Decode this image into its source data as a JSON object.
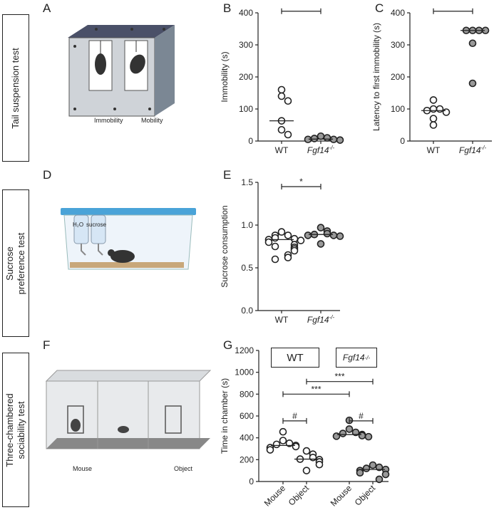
{
  "side_labels": {
    "tst": "Tail suspension test",
    "spt_line1": "Sucrose",
    "spt_line2": "preference test",
    "soc_line1": "Three-chambered",
    "soc_line2": "sociability test"
  },
  "panel_letters": {
    "A": "A",
    "B": "B",
    "C": "C",
    "D": "D",
    "E": "E",
    "F": "F",
    "G": "G"
  },
  "illustration_text": {
    "immobility": "Immobility",
    "mobility": "Mobility",
    "h2o": "H₂O",
    "sucrose": "sucrose",
    "mouse": "Mouse",
    "object": "Object"
  },
  "legend_boxes": {
    "wt": "WT",
    "ko": "Fgf14",
    "ko_sup": "-/-"
  },
  "chart_data": [
    {
      "id": "B",
      "type": "scatter",
      "ylabel": "Immobility (s)",
      "ylim": [
        0,
        400
      ],
      "yticks": [
        0,
        100,
        200,
        300,
        400
      ],
      "categories": [
        {
          "label": "WT",
          "sup": ""
        },
        {
          "label": "Fgf14",
          "sup": "-/-"
        }
      ],
      "series": [
        {
          "values": [
            160,
            140,
            125,
            63,
            35,
            20
          ],
          "fill": "#ffffff",
          "median": 63
        },
        {
          "values": [
            15,
            10,
            8,
            5,
            5,
            3
          ],
          "fill": "#999999",
          "median": 6
        }
      ],
      "significance": [
        {
          "from": 0,
          "to": 1,
          "y": 405,
          "label": "**"
        }
      ]
    },
    {
      "id": "C",
      "type": "scatter",
      "ylabel": "Latency to first immobility (s)",
      "ylim": [
        0,
        400
      ],
      "yticks": [
        0,
        100,
        200,
        300,
        400
      ],
      "categories": [
        {
          "label": "WT",
          "sup": ""
        },
        {
          "label": "Fgf14",
          "sup": "-/-"
        }
      ],
      "series": [
        {
          "values": [
            128,
            100,
            100,
            95,
            90,
            70,
            50
          ],
          "fill": "#ffffff",
          "median": 95
        },
        {
          "values": [
            345,
            345,
            345,
            345,
            305,
            180
          ],
          "fill": "#999999",
          "median": 345
        }
      ],
      "significance": [
        {
          "from": 0,
          "to": 1,
          "y": 405,
          "label": "**"
        }
      ]
    },
    {
      "id": "E",
      "type": "scatter",
      "ylabel": "Sucrose consumption",
      "ylim": [
        0,
        1.5
      ],
      "yticks": [
        0.0,
        0.5,
        1.0,
        1.5
      ],
      "categories": [
        {
          "label": "WT",
          "sup": ""
        },
        {
          "label": "Fgf14",
          "sup": "-/-"
        }
      ],
      "series": [
        {
          "values": [
            0.92,
            0.88,
            0.88,
            0.85,
            0.84,
            0.83,
            0.82,
            0.8,
            0.77,
            0.75,
            0.74,
            0.72,
            0.7,
            0.65,
            0.62,
            0.6
          ],
          "fill": "#ffffff",
          "median": 0.83
        },
        {
          "values": [
            0.97,
            0.93,
            0.9,
            0.89,
            0.88,
            0.88,
            0.87,
            0.78
          ],
          "fill": "#999999",
          "median": 0.89
        }
      ],
      "significance": [
        {
          "from": 0,
          "to": 1,
          "y": 1.45,
          "label": "*"
        }
      ]
    },
    {
      "id": "G",
      "type": "scatter",
      "ylabel": "Time in chamber (s)",
      "ylim": [
        0,
        1200
      ],
      "yticks": [
        0,
        200,
        400,
        600,
        800,
        1000,
        1200
      ],
      "categories": [
        {
          "label": "Mouse",
          "sup": ""
        },
        {
          "label": "Object",
          "sup": ""
        },
        {
          "label": "Mouse",
          "sup": ""
        },
        {
          "label": "Object",
          "sup": ""
        }
      ],
      "series": [
        {
          "values": [
            455,
            375,
            350,
            340,
            330,
            320,
            310,
            290
          ],
          "fill": "#ffffff",
          "median": 330
        },
        {
          "values": [
            280,
            250,
            220,
            205,
            200,
            180,
            155,
            100
          ],
          "fill": "#ffffff",
          "median": 205
        },
        {
          "values": [
            560,
            480,
            450,
            440,
            430,
            420,
            415,
            410
          ],
          "fill": "#999999",
          "median": 430
        },
        {
          "values": [
            150,
            130,
            120,
            110,
            100,
            80,
            65,
            20
          ],
          "fill": "#999999",
          "median": 110
        }
      ],
      "significance": [
        {
          "from": 0,
          "to": 1,
          "y": 555,
          "label": "#"
        },
        {
          "from": 2,
          "to": 3,
          "y": 555,
          "label": "#"
        },
        {
          "from": 0,
          "to": 2,
          "y": 800,
          "label": "***"
        },
        {
          "from": 1,
          "to": 3,
          "y": 915,
          "label": "***"
        }
      ]
    }
  ]
}
